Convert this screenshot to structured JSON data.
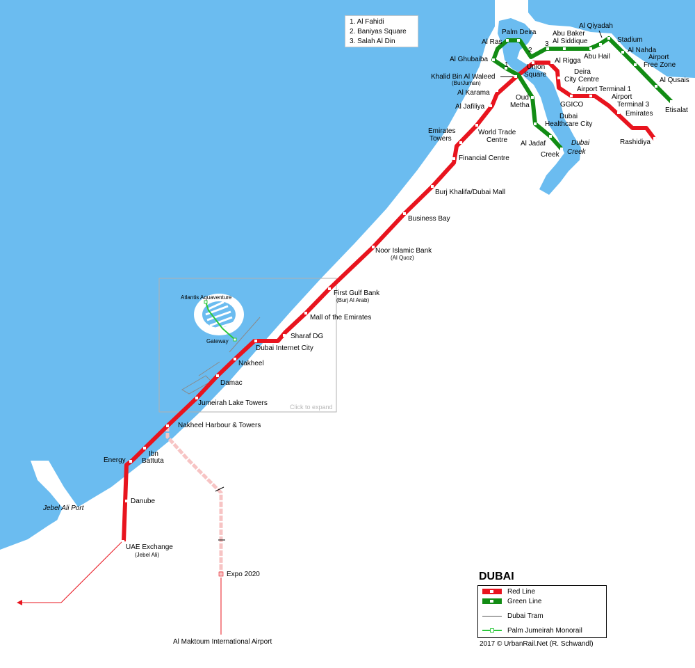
{
  "title": "DUBAI",
  "credit": "2017 © UrbanRail.Net (R. Schwandl)",
  "colors": {
    "sea": "#6bbcf0",
    "land": "#ffffff",
    "red_line": "#e8141e",
    "green_line": "#128c14",
    "tram": "#555555",
    "monorail": "#2cc83c",
    "future": "#f7c4c4"
  },
  "notes": [
    "1. Al Fahidi",
    "2. Baniyas Square",
    "3. Salah Al Din"
  ],
  "legend": {
    "red_line": "Red Line",
    "green_line": "Green Line",
    "tram": "Dubai Tram",
    "monorail": "Palm Jumeirah Monorail"
  },
  "markers": {
    "one": "1",
    "two": "2",
    "three": "3"
  },
  "water_labels": {
    "jebel_ali_port": "Jebel Ali Port",
    "dubai_creek_1": "Dubai",
    "dubai_creek_2": "Creek"
  },
  "inset": {
    "expand": "Click to expand"
  },
  "red_stations": {
    "rashidiya": "Rashidiya",
    "emirates_1": "Airport",
    "emirates_2": "Terminal 3",
    "emirates_3": "Emirates",
    "airport_t1": "Airport Terminal 1",
    "ggico": "GGICO",
    "deira_city_1": "Deira",
    "deira_city_2": "City Centre",
    "al_rigga": "Al Rigga",
    "union_1": "Union",
    "union_2": "Square",
    "khalid": "Khalid Bin Al Waleed",
    "khalid_sub": "(BurJuman)",
    "al_karama": "Al Karama",
    "al_jafiliya": "Al Jafiliya",
    "wtc_1": "World Trade",
    "wtc_2": "Centre",
    "emirates_towers_1": "Emirates",
    "emirates_towers_2": "Towers",
    "financial": "Financial Centre",
    "burj": "Burj Khalifa/Dubai Mall",
    "business_bay": "Business Bay",
    "noor": "Noor Islamic Bank",
    "noor_sub": "(Al Quoz)",
    "fgb": "First Gulf Bank",
    "fgb_sub": "(Burj Al Arab)",
    "moe": "Mall of the Emirates",
    "sharaf": "Sharaf DG",
    "dic": "Dubai Internet City",
    "nakheel": "Nakheel",
    "damac": "Damac",
    "jlt": "Jumeirah Lake Towers",
    "nakheel_harbour": "Nakheel Harbour & Towers",
    "ibn_1": "Ibn",
    "ibn_2": "Battuta",
    "energy": "Energy",
    "danube": "Danube",
    "uae_exchange": "UAE Exchange",
    "uae_exchange_sub": "(Jebel Ali)",
    "expo": "Expo 2020",
    "maktoum": "Al Maktoum International Airport"
  },
  "green_stations": {
    "etisalat": "Etisalat",
    "al_qusais": "Al Qusais",
    "airport_fz_1": "Airport",
    "airport_fz_2": "Free Zone",
    "al_nahda": "Al Nahda",
    "stadium": "Stadium",
    "al_qiyadah": "Al Qiyadah",
    "abu_hail": "Abu Hail",
    "abu_baker_1": "Abu Baker",
    "abu_baker_2": "Al Siddique",
    "palm_deira": "Palm Deira",
    "al_ras": "Al Ras",
    "al_ghubaiba": "Al Ghubaiba",
    "oud_1": "Oud",
    "oud_2": "Metha",
    "dhc_1": "Dubai",
    "dhc_2": "Healthcare City",
    "al_jadaf": "Al Jadaf",
    "creek": "Creek"
  },
  "monorail_stations": {
    "atlantis": "Atlantis Aquaventure",
    "gateway": "Gateway"
  }
}
